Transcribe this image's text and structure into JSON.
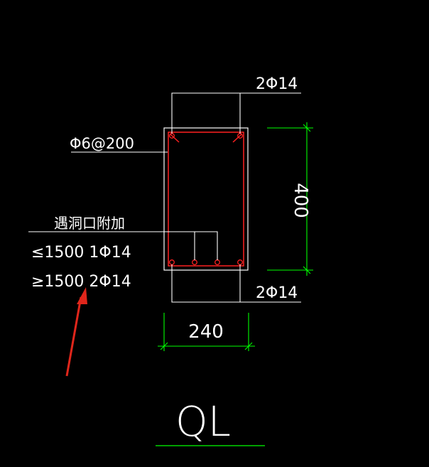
{
  "labels": {
    "top_rebar": "2Φ14",
    "stirrup": "Φ6@200",
    "opening_title": "遇洞口附加",
    "opening_rule_1": "≤1500 1Φ14",
    "opening_rule_2": "≥1500 2Φ14",
    "bottom_rebar": "2Φ14",
    "height_dim": "400",
    "width_dim": "240",
    "title": "QL"
  },
  "colors": {
    "background": "#000000",
    "line": "#ffffff",
    "rebar": "#ff2020",
    "dimension": "#00ff00",
    "arrow": "#e0261b"
  }
}
